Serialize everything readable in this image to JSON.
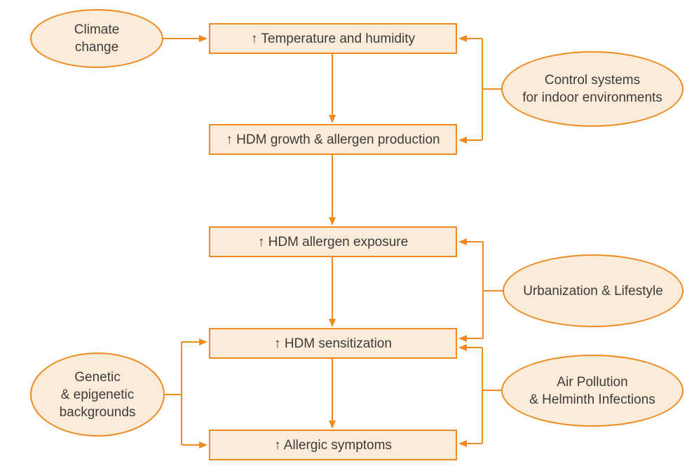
{
  "diagram": {
    "title": "HDM allergy flowchart",
    "colors": {
      "stroke": "#EE8A1F",
      "fill": "#FBEBD9",
      "text": "#3C3C3C",
      "background": "#FFFFFF"
    },
    "nodes": {
      "climate": {
        "label": "Climate\nchange",
        "shape": "ellipse"
      },
      "temperature": {
        "label": "↑ Temperature and humidity",
        "shape": "rect"
      },
      "control": {
        "label": "Control systems\nfor indoor environments",
        "shape": "ellipse"
      },
      "growth": {
        "label": "↑ HDM growth & allergen production",
        "shape": "rect"
      },
      "exposure": {
        "label": "↑ HDM allergen exposure",
        "shape": "rect"
      },
      "urbanization": {
        "label": "Urbanization & Lifestyle",
        "shape": "ellipse"
      },
      "sensitization": {
        "label": "↑ HDM sensitization",
        "shape": "rect"
      },
      "genetic": {
        "label": "Genetic\n& epigenetic\nbackgrounds",
        "shape": "ellipse"
      },
      "airpollution": {
        "label": "Air Pollution\n& Helminth Infections",
        "shape": "ellipse"
      },
      "symptoms": {
        "label": "↑ Allergic symptoms",
        "shape": "rect"
      }
    },
    "edges": [
      {
        "from": "climate",
        "to": "temperature"
      },
      {
        "from": "temperature",
        "to": "growth"
      },
      {
        "from": "growth",
        "to": "exposure"
      },
      {
        "from": "exposure",
        "to": "sensitization"
      },
      {
        "from": "sensitization",
        "to": "symptoms"
      },
      {
        "from": "control",
        "to": "temperature"
      },
      {
        "from": "control",
        "to": "growth"
      },
      {
        "from": "urbanization",
        "to": "exposure"
      },
      {
        "from": "urbanization",
        "to": "sensitization"
      },
      {
        "from": "airpollution",
        "to": "sensitization"
      },
      {
        "from": "airpollution",
        "to": "symptoms"
      },
      {
        "from": "genetic",
        "to": "sensitization"
      },
      {
        "from": "genetic",
        "to": "symptoms"
      }
    ]
  }
}
